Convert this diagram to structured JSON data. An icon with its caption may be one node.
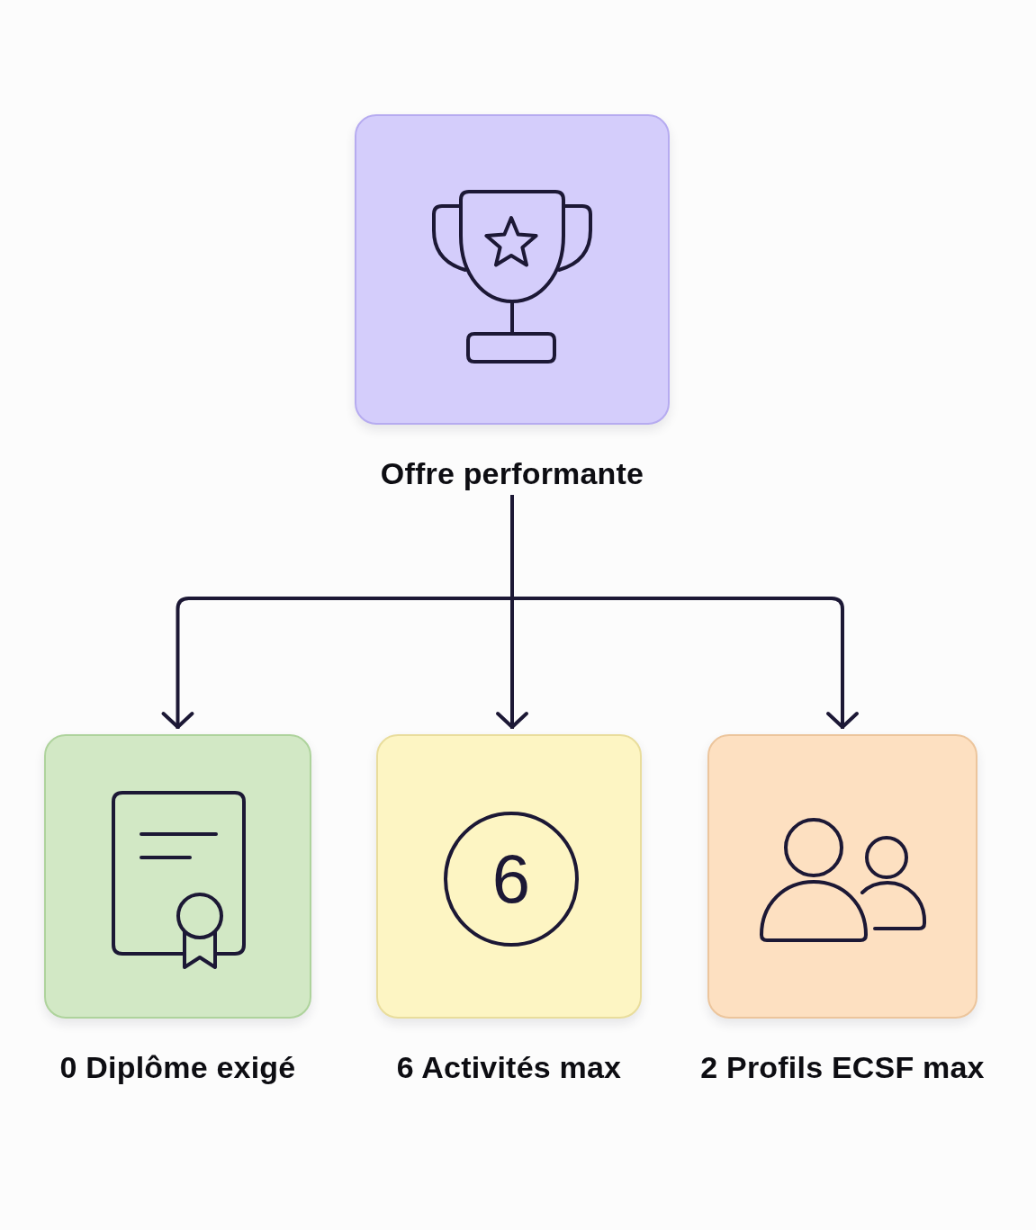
{
  "diagram": {
    "nodes": [
      {
        "text": [
          "Offre performante"
        ]
      },
      {
        "text": [
          "0 Diplôme exigé"
        ]
      },
      {
        "text": [
          "6",
          "6 Activités max"
        ]
      },
      {
        "text": [
          "2 Profils ECSF max"
        ]
      }
    ],
    "edges": [
      {
        "from": 0,
        "to": 1,
        "arrow": "to"
      },
      {
        "from": 0,
        "to": 2,
        "arrow": "to"
      },
      {
        "from": 0,
        "to": 3,
        "arrow": "to"
      }
    ]
  }
}
